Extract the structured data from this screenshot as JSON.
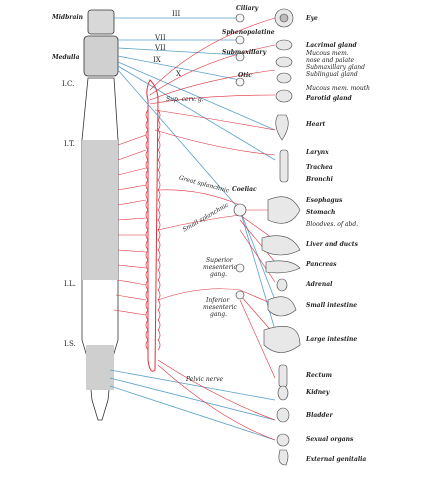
{
  "colors": {
    "red": "#e0303d",
    "blue": "#5a9fc8",
    "dark": "#333333",
    "shade": "#c8c8c8"
  },
  "cord_labels": {
    "midbrain": "Midbrain",
    "medulla": "Medulla",
    "ic": "I.C.",
    "it": "I.T.",
    "il": "I.L.",
    "is": "I.S."
  },
  "nerves": {
    "iii": "III",
    "vii": "VII",
    "vii2": "VII",
    "ix": "IX",
    "x": "X"
  },
  "ganglia": {
    "ciliary": "Ciliary",
    "spheno": "Sphenopalatine",
    "submax": "Submaxillary",
    "otic": "Otic",
    "supcerv": "Sup. cerv. g.",
    "coeliac": "Coeliac",
    "great": "Great splanchnic",
    "small": "Small splanchnic",
    "supmes1": "Superior",
    "supmes2": "mesenteric",
    "supmes3": "gang.",
    "infmes1": "Inferior",
    "infmes2": "mesenteric",
    "infmes3": "gang.",
    "pelvic": "Pelvic nerve"
  },
  "organs": [
    "Eye",
    "Lacrimal gland",
    "Mucous mem.",
    "nose and palate",
    "Submaxillary gland",
    "Sublingual gland",
    "Mucous mem. mouth",
    "Parotid gland",
    "Heart",
    "Larynx",
    "Trachea",
    "Bronchi",
    "Esophagus",
    "Stomach",
    "Bloodves. of abd.",
    "Liver and ducts",
    "Pancreas",
    "Adrenal",
    "Small intestine",
    "Large intestine",
    "Rectum",
    "Kidney",
    "Bladder",
    "Sexual organs",
    "External genitalia"
  ]
}
